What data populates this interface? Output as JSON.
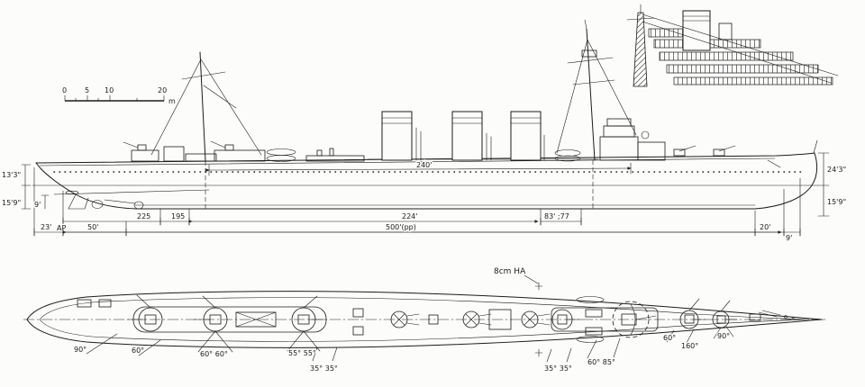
{
  "meta": {
    "ink": "#1b1b1b",
    "paper": "#fcfcfa",
    "subject": "warship general-arrangement drawing: side elevation, bridge detail inset, and deck plan"
  },
  "scalebar": {
    "t0": "0",
    "t1": "5",
    "t2": "10",
    "t3": "20",
    "unit": "m"
  },
  "profile": {
    "deck_span": "240'",
    "left_d1": "13'3\"",
    "left_d2": "15'9\"",
    "left_d3": "9'",
    "right_d1": "24'3\"",
    "right_d2": "15'9\"",
    "ap": "AP",
    "seg_225": "225",
    "seg_195": "195",
    "seg_224": "224'",
    "seg_83_77": "83' ;77",
    "d_23": "23'",
    "d_50": "50'",
    "d_500": "500'(pp)",
    "d_20": "20'",
    "d_9": "9'"
  },
  "plan": {
    "ha_label": "8cm HA",
    "arcs": [
      "90°",
      "60°",
      "60° 60°",
      "55° 55°",
      "35° 35°",
      "35° 35°",
      "60° 85°",
      "60°",
      "160°",
      "90°"
    ]
  }
}
